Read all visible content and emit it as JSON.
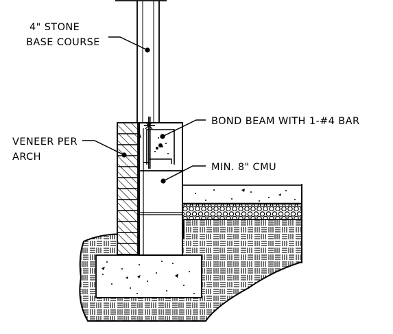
{
  "labels": {
    "stone_base_line1": "4\" STONE",
    "stone_base_line2": "BASE COURSE",
    "bond_beam": "BOND BEAM WITH 1-#4 BAR",
    "veneer_line1": "VENEER PER",
    "veneer_line2": "ARCH",
    "cmu": "MIN. 8\" CMU"
  }
}
